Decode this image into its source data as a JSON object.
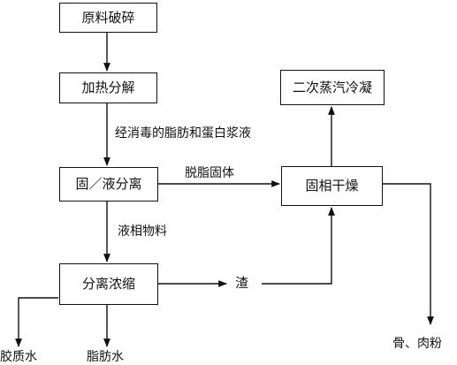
{
  "nodes": {
    "raw_crushing": "原料破碎",
    "heat_decomposition": "加热分解",
    "solid_liquid_separation": "固／液分离",
    "separation_concentration": "分离浓缩",
    "solid_drying": "固相干燥",
    "secondary_steam_condensation": "二次蒸汽冷凝"
  },
  "edge_labels": {
    "sterilized_fat_protein": "经消毒的脂肪和蛋白浆液",
    "degreased_solid": "脱脂固体",
    "liquid_material": "液相物料",
    "residue": "渣"
  },
  "outputs": {
    "gelatin_water": "胶质水",
    "fat_water": "脂肪水",
    "bone_meat_powder": "骨、肉粉"
  }
}
